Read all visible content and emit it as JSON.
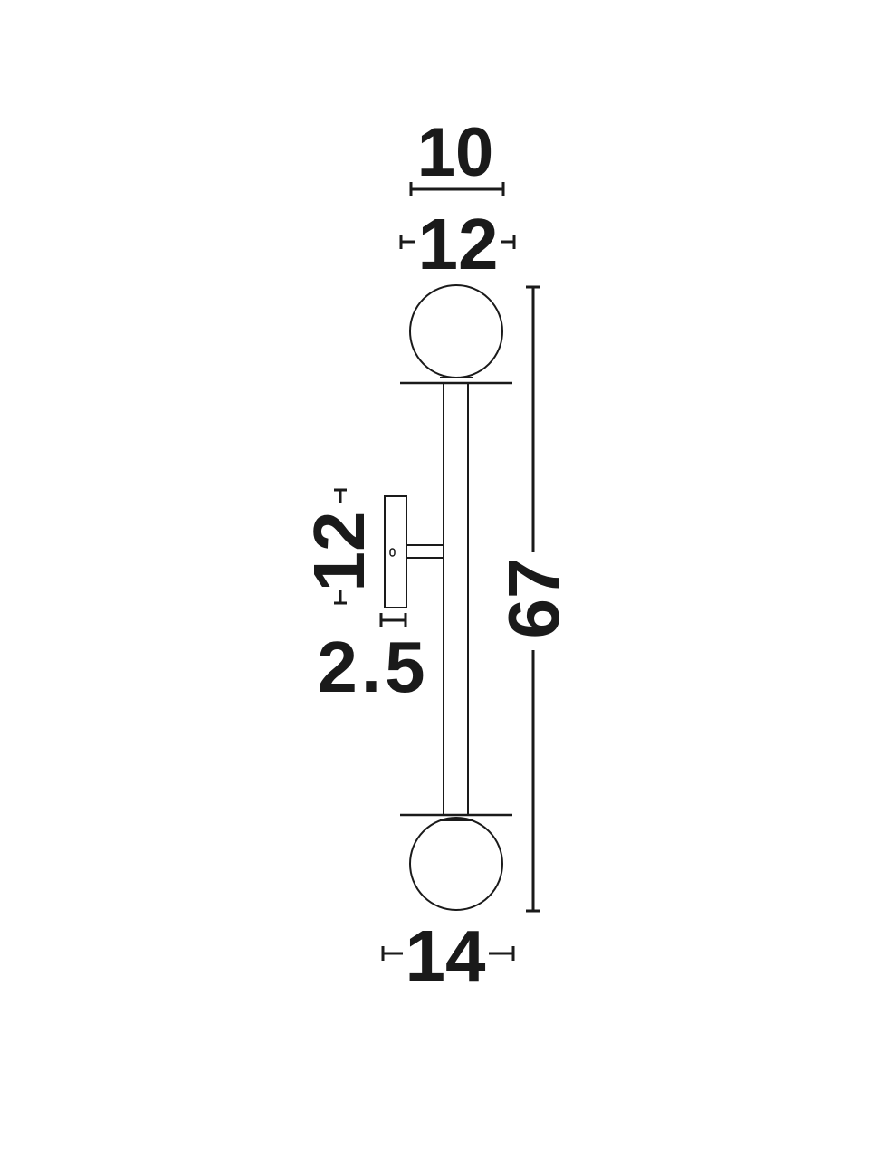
{
  "dimensions": {
    "shade_diameter": "10",
    "canopy_width_top": "12",
    "wall_plate_height": "12",
    "wall_plate_depth": "2.5",
    "total_height": "67",
    "canopy_width_bottom": "14"
  },
  "colors": {
    "line": "#1a1a1a",
    "background": "#ffffff"
  }
}
